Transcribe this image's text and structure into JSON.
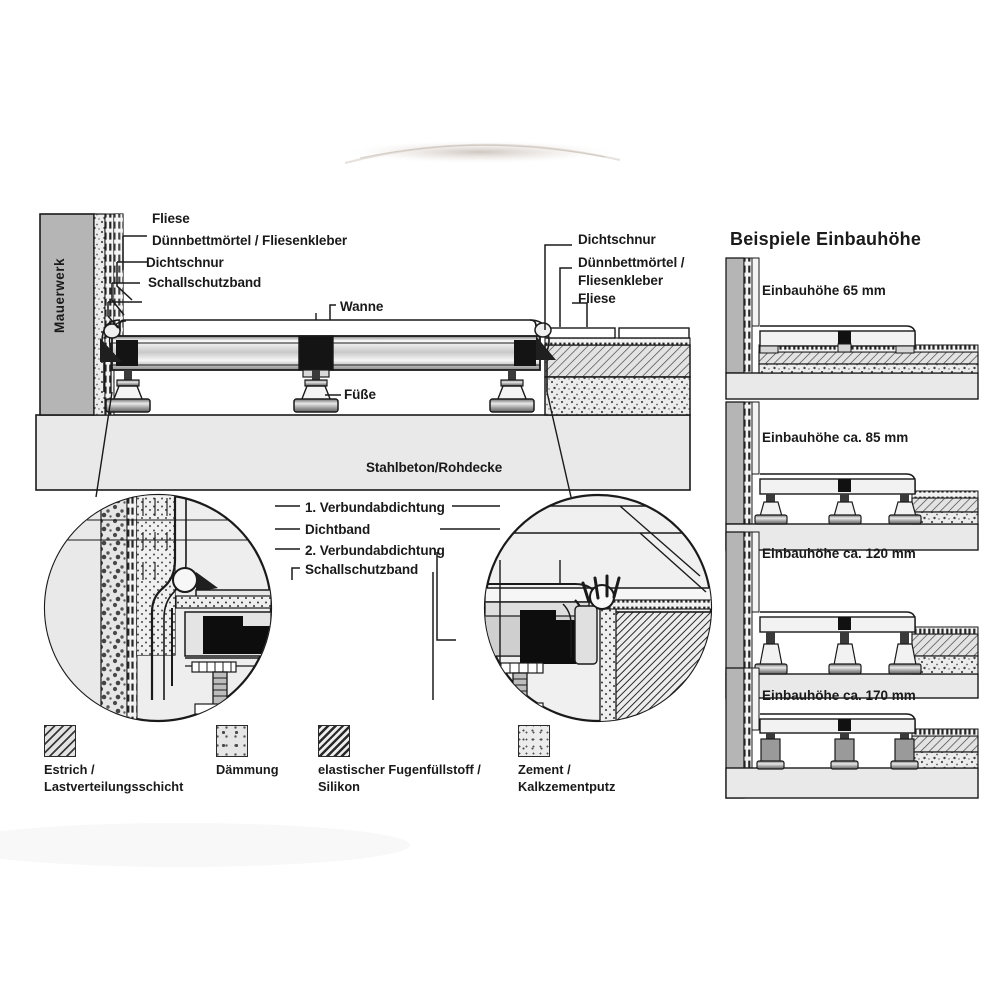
{
  "document": {
    "kind": "technical-cross-section-diagram",
    "language": "de"
  },
  "main_diagram": {
    "wall_label": "Mauerwerk",
    "slab_label": "Stahlbeton/Rohdecke",
    "feet_label": "Füße",
    "tub_label": "Wanne",
    "left_callouts": [
      "Fliese",
      "Dünnbettmörtel / Fliesenkleber",
      "Dichtschnur",
      "Schallschutzband"
    ],
    "right_callouts": [
      "Dichtschnur",
      "Dünnbettmörtel /",
      "Fliesenkleber",
      "Fliese"
    ]
  },
  "detail_callouts": [
    "1. Verbundabdichtung",
    "Dichtband",
    "2. Verbundabdichtung",
    "Schallschutzband"
  ],
  "legend": {
    "items": [
      {
        "pattern": "hatch-fine-diagonal",
        "text": "Estrich /\nLastverteilungsschicht"
      },
      {
        "pattern": "speckle-coarse",
        "text": "Dämmung"
      },
      {
        "pattern": "hatch-dense-diagonal",
        "text": "elastischer Fugenfüllstoff /\nSilikon"
      },
      {
        "pattern": "speckle-fine",
        "text": "Zement /\nKalkzementputz"
      }
    ]
  },
  "examples_panel": {
    "title": "Beispiele Einbauhöhe",
    "items": [
      {
        "label": "Einbauhöhe 65 mm",
        "height_mm": 65,
        "feet": false
      },
      {
        "label": "Einbauhöhe ca. 85 mm",
        "height_mm": 85,
        "feet": true
      },
      {
        "label": "Einbauhöhe ca. 120 mm",
        "height_mm": 120,
        "feet": true
      },
      {
        "label": "Einbauhöhe ca. 170 mm",
        "height_mm": 170,
        "feet": true
      }
    ]
  },
  "colors": {
    "stroke": "#1a1a1a",
    "wall_fill": "#b5b5b5",
    "slab_fill": "#e8e8e8",
    "screed_fill": "#dcdcdc",
    "insulation_fill": "#d2d2d2",
    "metal_dark": "#1c1c1c",
    "metal_light": "#f2f2f2",
    "background": "#ffffff"
  }
}
